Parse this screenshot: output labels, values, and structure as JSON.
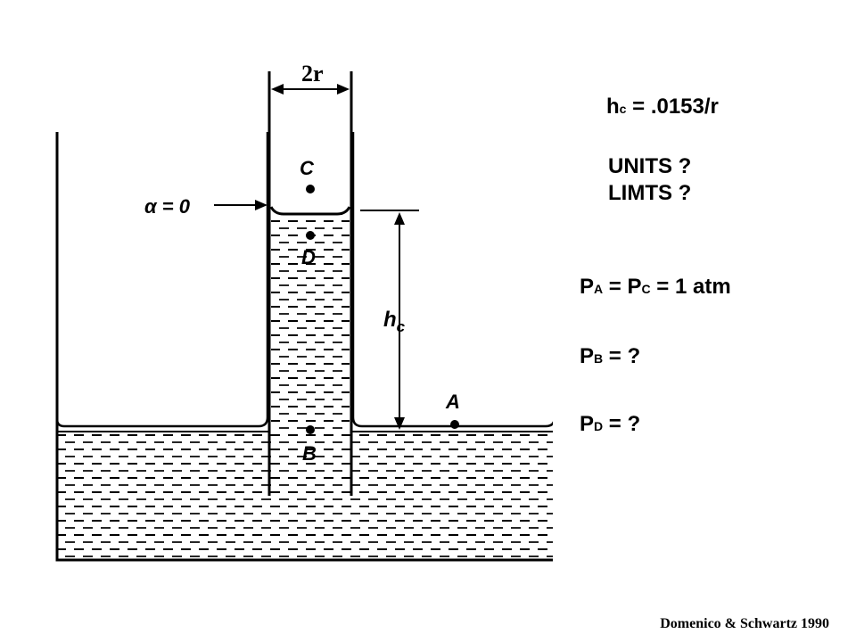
{
  "diagram": {
    "width_label": "2r",
    "angle_label": "α = 0",
    "point_c": "C",
    "point_d": "D",
    "point_b": "B",
    "point_a": "A",
    "height_label_main": "h",
    "height_label_sub": "c"
  },
  "notes": {
    "formula_main": "h",
    "formula_sub": "c",
    "formula_rest": " = .0153/r",
    "units": "UNITS ?",
    "limits": "LIMTS ?",
    "pa_main": "P",
    "pa_sub": "A",
    "pa_mid": "  = P",
    "pc_sub": "C",
    "pa_rest": " = 1 atm",
    "pb_main": "P",
    "pb_sub": "B",
    "pb_rest": " = ?",
    "pd_main": "P",
    "pd_sub": "D",
    "pd_rest": " = ?"
  },
  "citation": "Domenico  & Schwartz 1990",
  "colors": {
    "ink": "#000000",
    "background": "#ffffff"
  }
}
